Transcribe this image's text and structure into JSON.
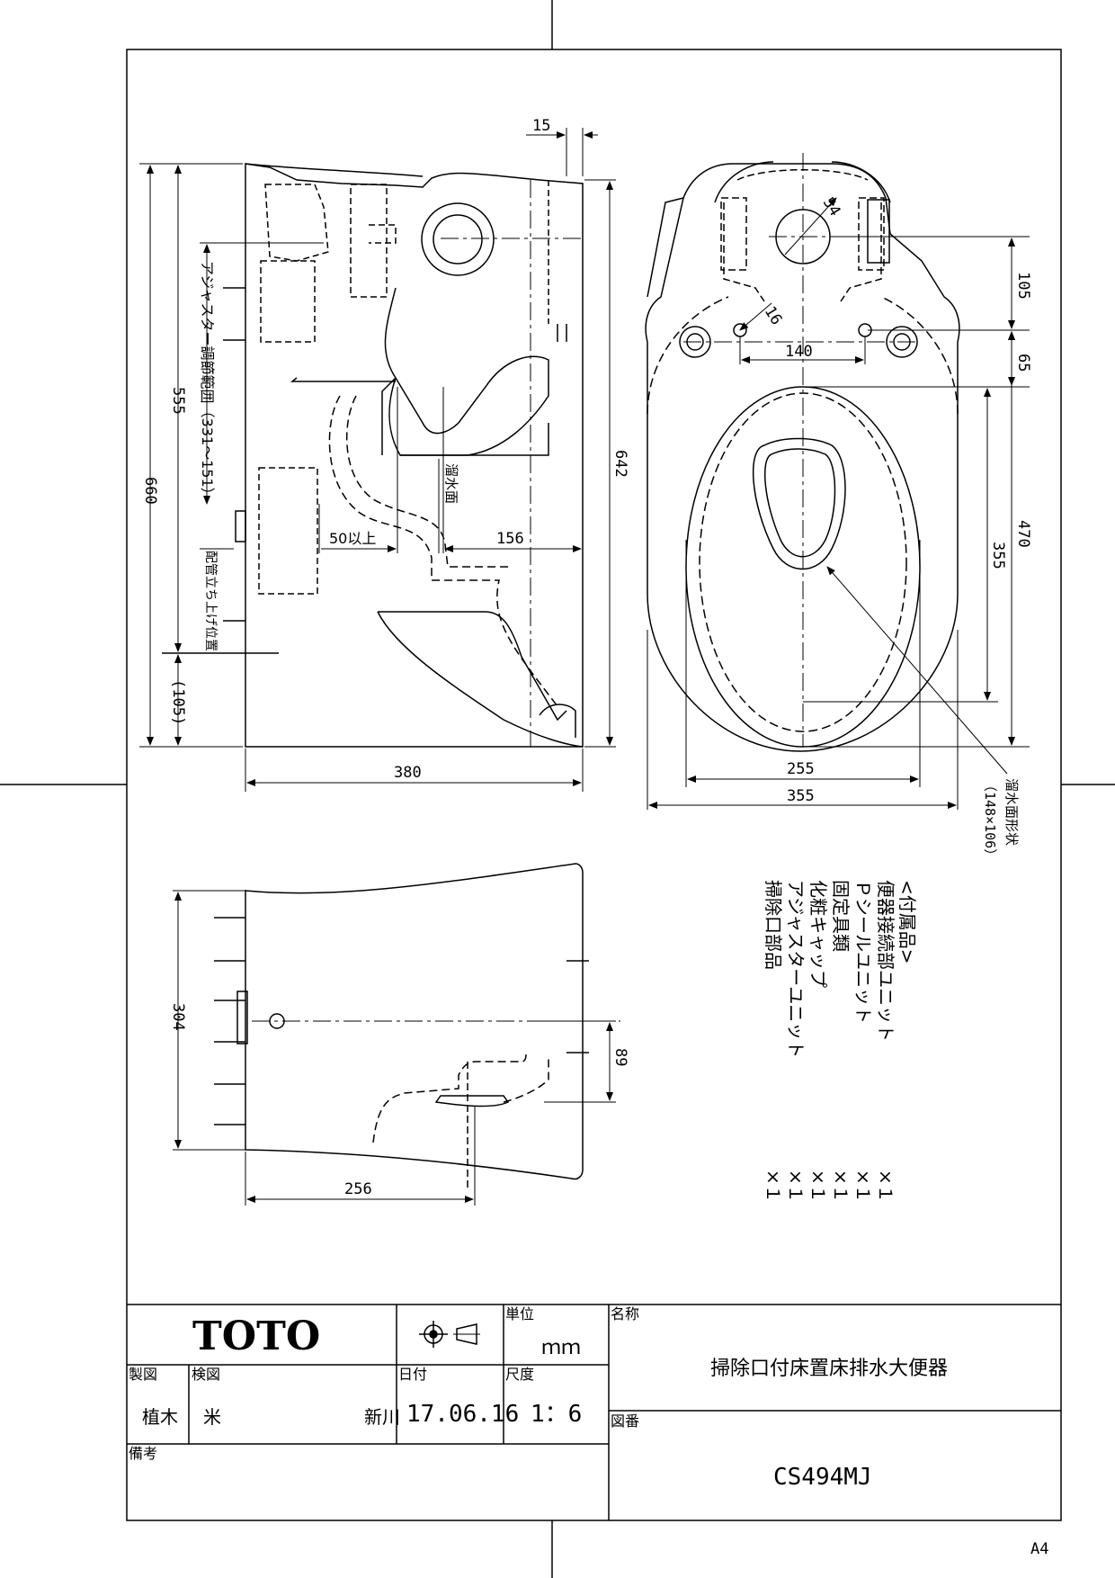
{
  "brand": "TOTO",
  "title_block": {
    "unit_label": "単位",
    "unit_value": "ｍｍ",
    "name_label": "名称",
    "name_value": "掃除口付床置床排水大便器",
    "drawn_label": "製図",
    "drawn_by": "植木",
    "checked_label": "検図",
    "checked_by_1": "米",
    "checked_by_2": "新川",
    "date_label": "日付",
    "date_value": "17.06.16",
    "scale_label": "尺度",
    "scale_value": "1：6",
    "drawing_no_label": "図番",
    "drawing_no": "CS494MJ",
    "notes_label": "備考"
  },
  "sheet_size": "A4",
  "dimensions_side": {
    "d15": "15",
    "d660": "660",
    "d555": "555",
    "d105p": "(105)",
    "d642": "642",
    "d380": "380",
    "d50": "50以上",
    "d156": "156",
    "adjuster": "アジャスター調節範囲（331～151）",
    "pipe_pos": "配管立ち上げ位置",
    "water_surface": "溜水面"
  },
  "dimensions_plan": {
    "d54": "54",
    "d16": "16",
    "d140": "140",
    "d105": "105",
    "d65": "65",
    "d355v": "355",
    "d470": "470",
    "d255": "255",
    "d355h": "355",
    "water_shape": "溜水面形状",
    "water_shape_size": "（148×106）"
  },
  "dimensions_bottom": {
    "d304": "304",
    "d89": "89",
    "d256": "256"
  },
  "accessories": {
    "header": "<付属品>",
    "items": [
      {
        "name": "便器接続部ユニット",
        "qty": "×１"
      },
      {
        "name": "Ｐシールユニット",
        "qty": "×１"
      },
      {
        "name": "固定具類",
        "qty": "×１"
      },
      {
        "name": "化粧キャップ",
        "qty": "×１"
      },
      {
        "name": "アジャスターユニット",
        "qty": "×１"
      },
      {
        "name": "掃除口部品",
        "qty": "×１"
      }
    ]
  }
}
